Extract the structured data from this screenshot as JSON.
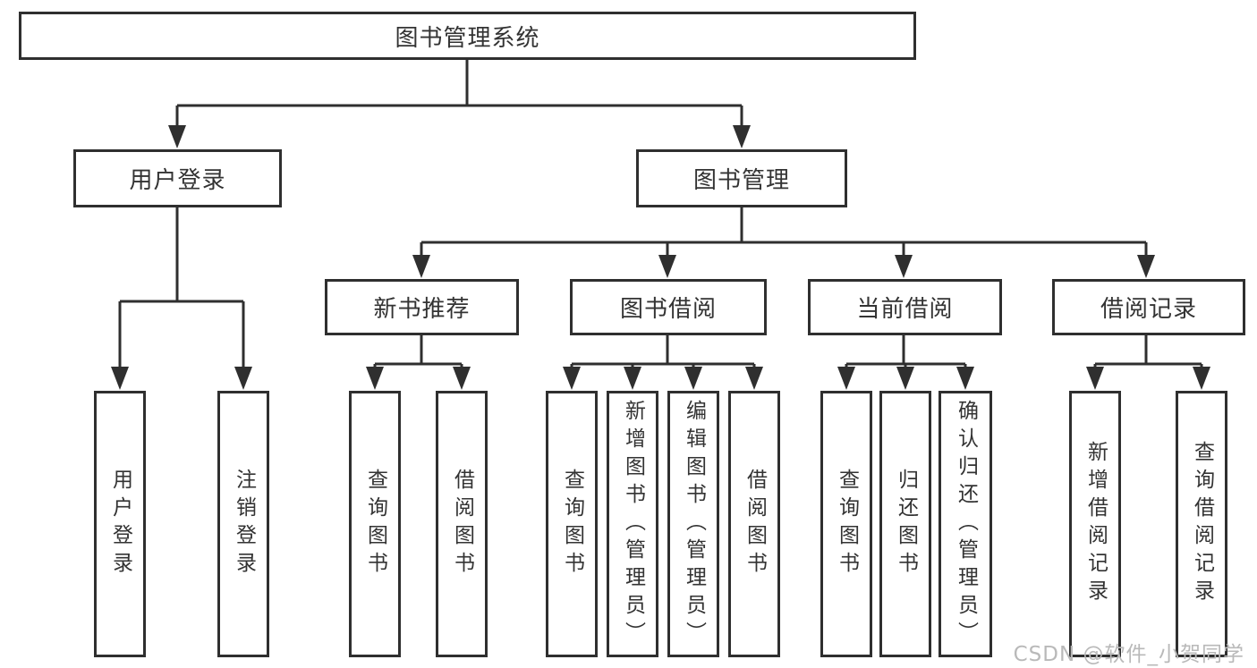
{
  "nodes": {
    "root": {
      "label": "图书管理系统"
    },
    "user_login": {
      "label": "用户登录",
      "children": [
        {
          "label": "用户登录"
        },
        {
          "label": "注销登录"
        }
      ]
    },
    "book_management": {
      "label": "图书管理",
      "children": [
        {
          "label": "新书推荐",
          "children": [
            {
              "label": "查询图书"
            },
            {
              "label": "借阅图书"
            }
          ]
        },
        {
          "label": "图书借阅",
          "children": [
            {
              "label": "查询图书"
            },
            {
              "label": "新增图书（管理员）"
            },
            {
              "label": "编辑图书（管理员）"
            },
            {
              "label": "借阅图书"
            }
          ]
        },
        {
          "label": "当前借阅",
          "children": [
            {
              "label": "查询图书"
            },
            {
              "label": "归还图书"
            },
            {
              "label": "确认归还（管理员）"
            }
          ]
        },
        {
          "label": "借阅记录",
          "children": [
            {
              "label": "新增借阅记录"
            },
            {
              "label": "查询借阅记录"
            }
          ]
        }
      ]
    }
  },
  "watermark": {
    "text": "CSDN @软件_小贺同学"
  },
  "colors": {
    "line": "#2f2f2f",
    "text": "#333333",
    "watermark": "#b9b9b9",
    "background": "#ffffff"
  }
}
